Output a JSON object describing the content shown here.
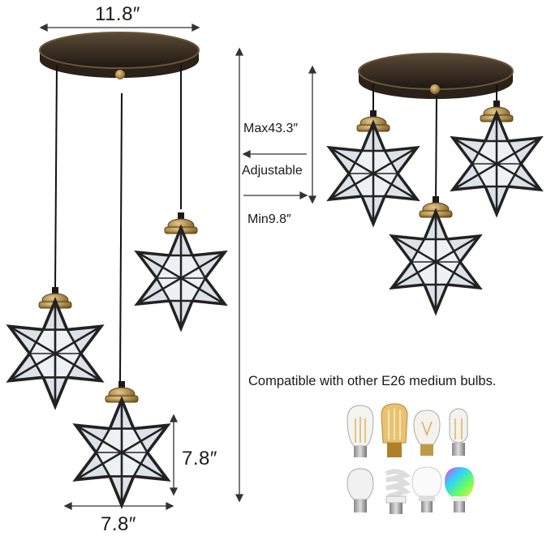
{
  "dimensions": {
    "canopy_width": "11.8″",
    "max_height": "Max43.3″",
    "adjustable": "Adjustable",
    "min_height": "Min9.8″",
    "shade_height": "7.8″",
    "shade_width": "7.8″"
  },
  "compatibility_text": "Compatible with other E26 medium bulbs.",
  "colors": {
    "canopy": "#3a2e22",
    "brass": "#b08a3a",
    "glass": "#dfe4ea",
    "frame": "#2a2a2a"
  },
  "bulbs": [
    {
      "icon": "edison-st64-bulb-icon"
    },
    {
      "icon": "edison-amber-bulb-icon"
    },
    {
      "icon": "edison-a19-bulb-icon"
    },
    {
      "icon": "edison-tubular-bulb-icon"
    },
    {
      "icon": "incandescent-bulb-icon"
    },
    {
      "icon": "cfl-spiral-bulb-icon"
    },
    {
      "icon": "led-a19-bulb-icon"
    },
    {
      "icon": "rgb-smart-bulb-icon"
    }
  ]
}
